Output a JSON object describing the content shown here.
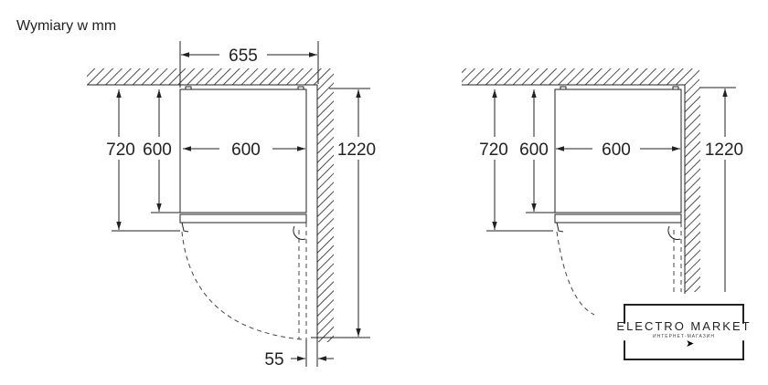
{
  "title": "Wymiary w mm",
  "left_diagram": {
    "depth_total": "655",
    "width": "600",
    "depth_with_door": "720",
    "depth": "600",
    "open_depth": "1220",
    "wall_gap": "55"
  },
  "right_diagram": {
    "width": "600",
    "depth_with_door": "720",
    "depth": "600",
    "open_depth": "1220"
  },
  "watermark": {
    "name": "ELECTRO MARKET",
    "subtitle": "ИНТЕРНЕТ-МАГАЗИН"
  }
}
